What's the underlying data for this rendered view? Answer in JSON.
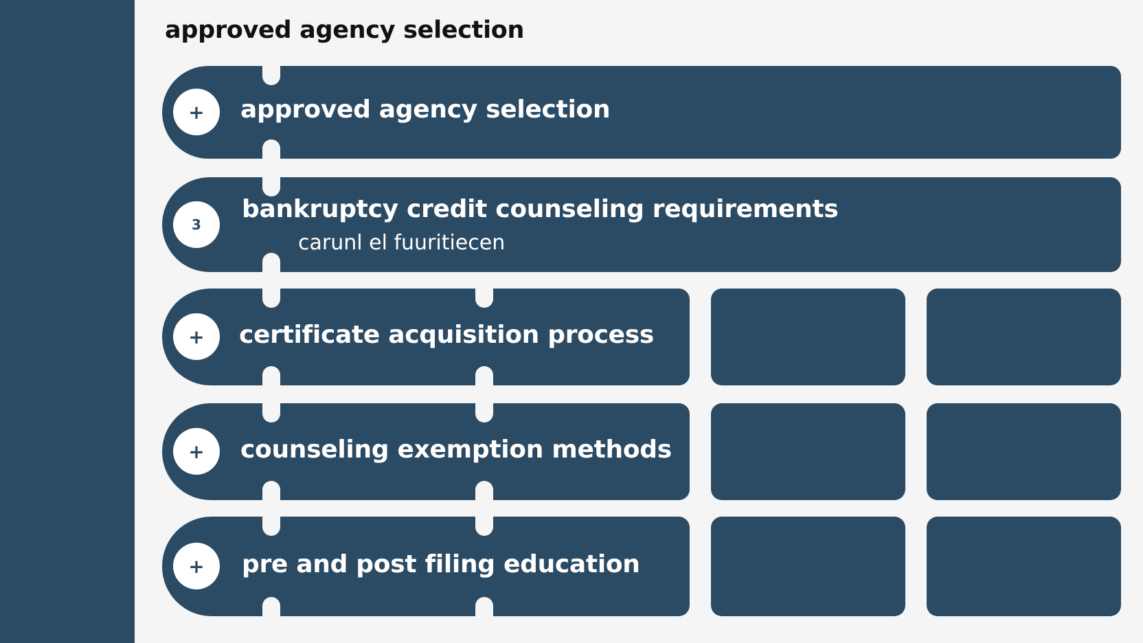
{
  "page": {
    "title": "approved agency selection"
  },
  "rows": [
    {
      "badge": "+",
      "label": "approved agency selection"
    },
    {
      "badge": "3",
      "label": "bankruptcy credit counseling requirements",
      "sublabel": "carunl el fuuritiecen"
    },
    {
      "badge": "+",
      "label": "certificate acquisition process"
    },
    {
      "badge": "+",
      "label": "counseling exemption methods"
    },
    {
      "badge": "+",
      "label": "pre and post filing education"
    }
  ],
  "colors": {
    "primary": "#2b4a63",
    "background": "#f5f5f5",
    "text_dark": "#111111",
    "text_light": "#ffffff"
  }
}
